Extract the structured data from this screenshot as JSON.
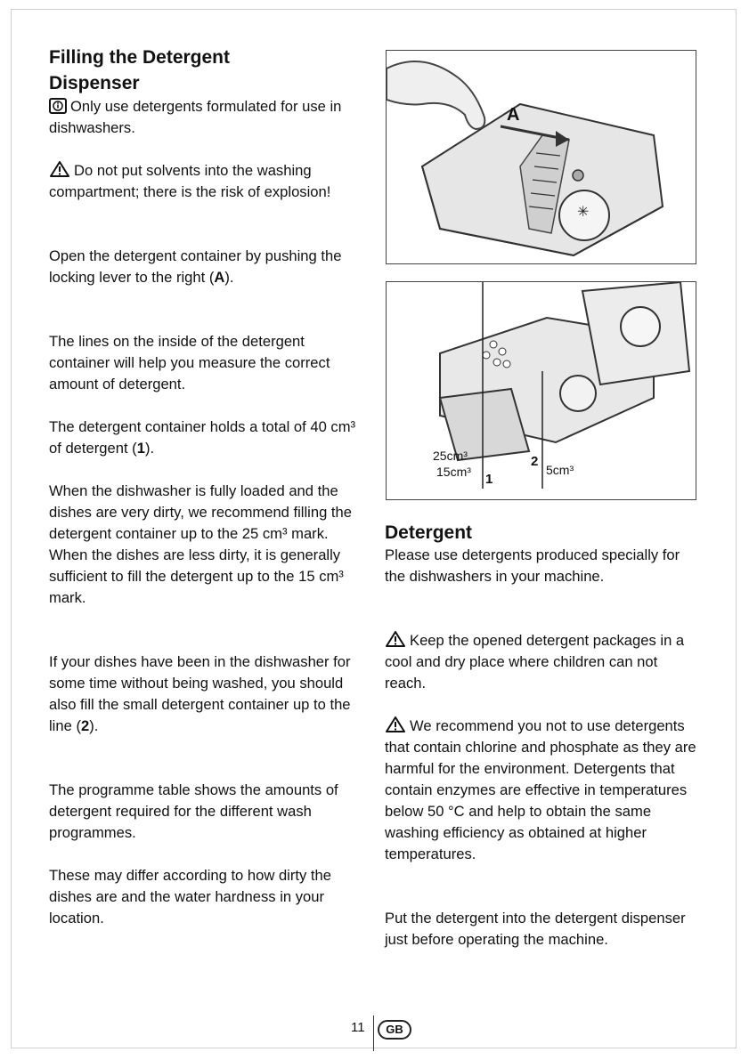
{
  "left": {
    "title_line1": "Filling the Detergent",
    "title_line2": "Dispenser",
    "info": "Only use detergents formulated for use in dishwashers.",
    "warning1": "Do not put solvents into the washing compartment; there is the risk of explosion!",
    "para_open_a": "Open the detergent container by pushing the locking lever to the right (",
    "para_open_b": "A",
    "para_open_c": ").",
    "para_lines": "The lines on the inside of the detergent container will help you measure the correct amount of detergent.",
    "para_holds_a": "The detergent container holds a total of 40 cm³ of detergent (",
    "para_holds_b": "1",
    "para_holds_c": ").",
    "para_loaded": "When the dishwasher is fully loaded and the dishes are very dirty, we recommend filling the detergent container up to the 25 cm³ mark. When the dishes are less dirty, it is generally sufficient to fill the detergent up to the 15 cm³ mark.",
    "para_small_a": "If your dishes have been in the dishwasher for some time without being washed, you should also fill the small detergent container up to the line (",
    "para_small_b": "2",
    "para_small_c": ").",
    "para_table": "The programme table shows the amounts of detergent required for the different wash programmes.",
    "para_differ": "These may differ according to how dirty the dishes are and the water hardness in your location."
  },
  "figure1": {
    "label_a": "A"
  },
  "figure2": {
    "label_25": "25cm³",
    "label_15": "15cm³",
    "label_1": "1",
    "label_2": "2",
    "label_5": "5cm³"
  },
  "right": {
    "title": "Detergent",
    "para_use": "Please use detergents produced specially for the dishwashers in your machine.",
    "warning_keep": "Keep the opened detergent packages in a cool and dry place where children can not reach.",
    "warning_chlorine": "We recommend you not to use detergents that contain chlorine and phosphate as they are harmful for the environment. Detergents that contain enzymes are effective in temperatures below 50 °C and help to obtain the same washing efficiency as obtained at higher temperatures.",
    "para_put": "Put the detergent into the detergent dispenser just before operating the machine."
  },
  "footer": {
    "page_number": "11",
    "country_code": "GB"
  }
}
